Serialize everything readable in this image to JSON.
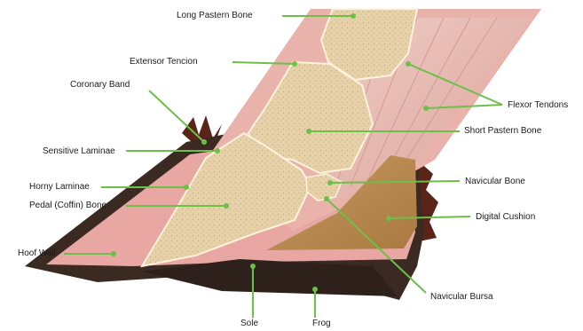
{
  "labels": {
    "long_pastern_bone": "Long Pastern Bone",
    "extensor_tendon": "Extensor Tencion",
    "coronary_band": "Coronary Band",
    "flexor_tendons": "Flexor Tendons",
    "sensitive_laminae": "Sensitive Laminae",
    "short_pastern_bone": "Short Pastern Bone",
    "horny_laminae": "Horny Laminae",
    "navicular_bone": "Navicular Bone",
    "pedal_coffin_bone": "Pedal (Coffin) Bone",
    "digital_cushion": "Digital Cushion",
    "hoof_wall": "Hoof Wall",
    "navicular_bursa": "Navicular Bursa",
    "sole": "Sole",
    "frog": "Frog"
  },
  "colors": {
    "hoof_dark": "#3a2a22",
    "laminae_pink": "#e8a7a3",
    "bone": "#e6d1a9",
    "tendon": "#e2b5ad",
    "cushion": "#b98a52",
    "leader": "#6cc04a",
    "hair": "#5a2418"
  }
}
